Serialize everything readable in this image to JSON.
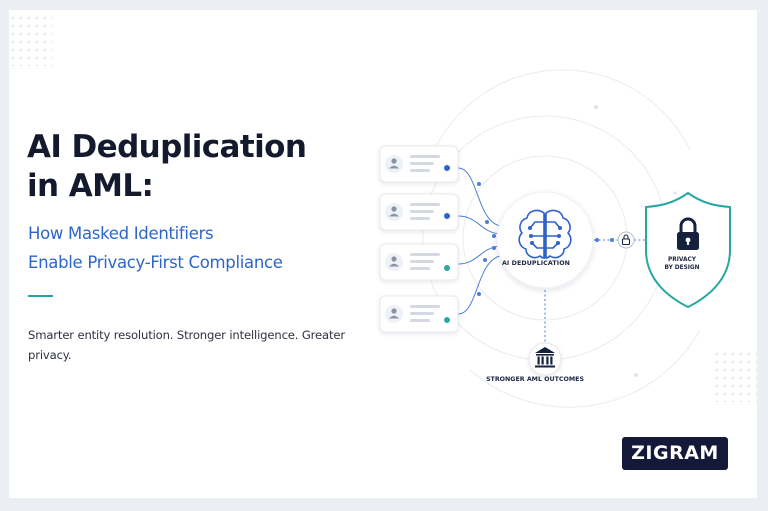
{
  "headline": {
    "line1": "AI Deduplication",
    "line2": "in AML:"
  },
  "subheadline": {
    "line1": "How Masked Identifiers",
    "line2": "Enable Privacy-First Compliance"
  },
  "tagline": "Smarter entity resolution. Stronger intelligence. Greater privacy.",
  "diagram": {
    "center_label": "AI DEDUPLICATION",
    "outcome_label": "STRONGER AML OUTCOMES",
    "shield_label_line1": "PRIVACY",
    "shield_label_line2": "BY DESIGN",
    "records": [
      {
        "icon": "user-icon",
        "status": "blue"
      },
      {
        "icon": "user-icon",
        "status": "blue"
      },
      {
        "icon": "user-icon",
        "status": "teal"
      },
      {
        "icon": "user-icon",
        "status": "teal"
      }
    ],
    "icons": {
      "center": "brain-icon",
      "lock": "lock-icon",
      "outcome": "bank-icon",
      "shield": "shield-lock-icon"
    }
  },
  "brand": {
    "logo_text": "ZIGRAM"
  },
  "colors": {
    "navy": "#141a2e",
    "blue": "#2b67c9",
    "teal": "#25a6a0",
    "logo_bg": "#14193a"
  }
}
